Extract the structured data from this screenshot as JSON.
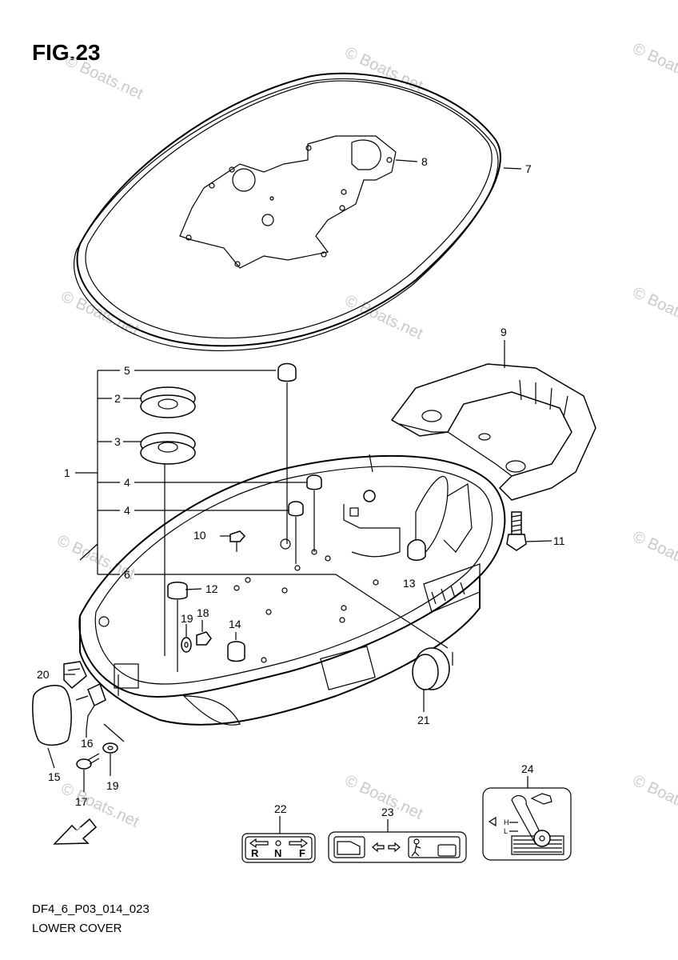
{
  "figure": {
    "title": "FIG.23",
    "code": "DF4_6_P03_014_023",
    "caption": "LOWER COVER"
  },
  "watermark": "© Boats.net",
  "callouts": [
    "1",
    "2",
    "3",
    "4",
    "4",
    "5",
    "6",
    "7",
    "8",
    "9",
    "10",
    "11",
    "12",
    "13",
    "14",
    "15",
    "16",
    "17",
    "18",
    "19",
    "19",
    "20",
    "21",
    "22",
    "23",
    "24"
  ],
  "labels": {
    "shift_label_letters": [
      "R",
      "N",
      "F"
    ],
    "oil_level_letters": [
      "H",
      "L"
    ],
    "fwd_arrow": "FWD"
  },
  "colors": {
    "line": "#000000",
    "watermark": "#c9c9c9",
    "background": "#ffffff"
  }
}
